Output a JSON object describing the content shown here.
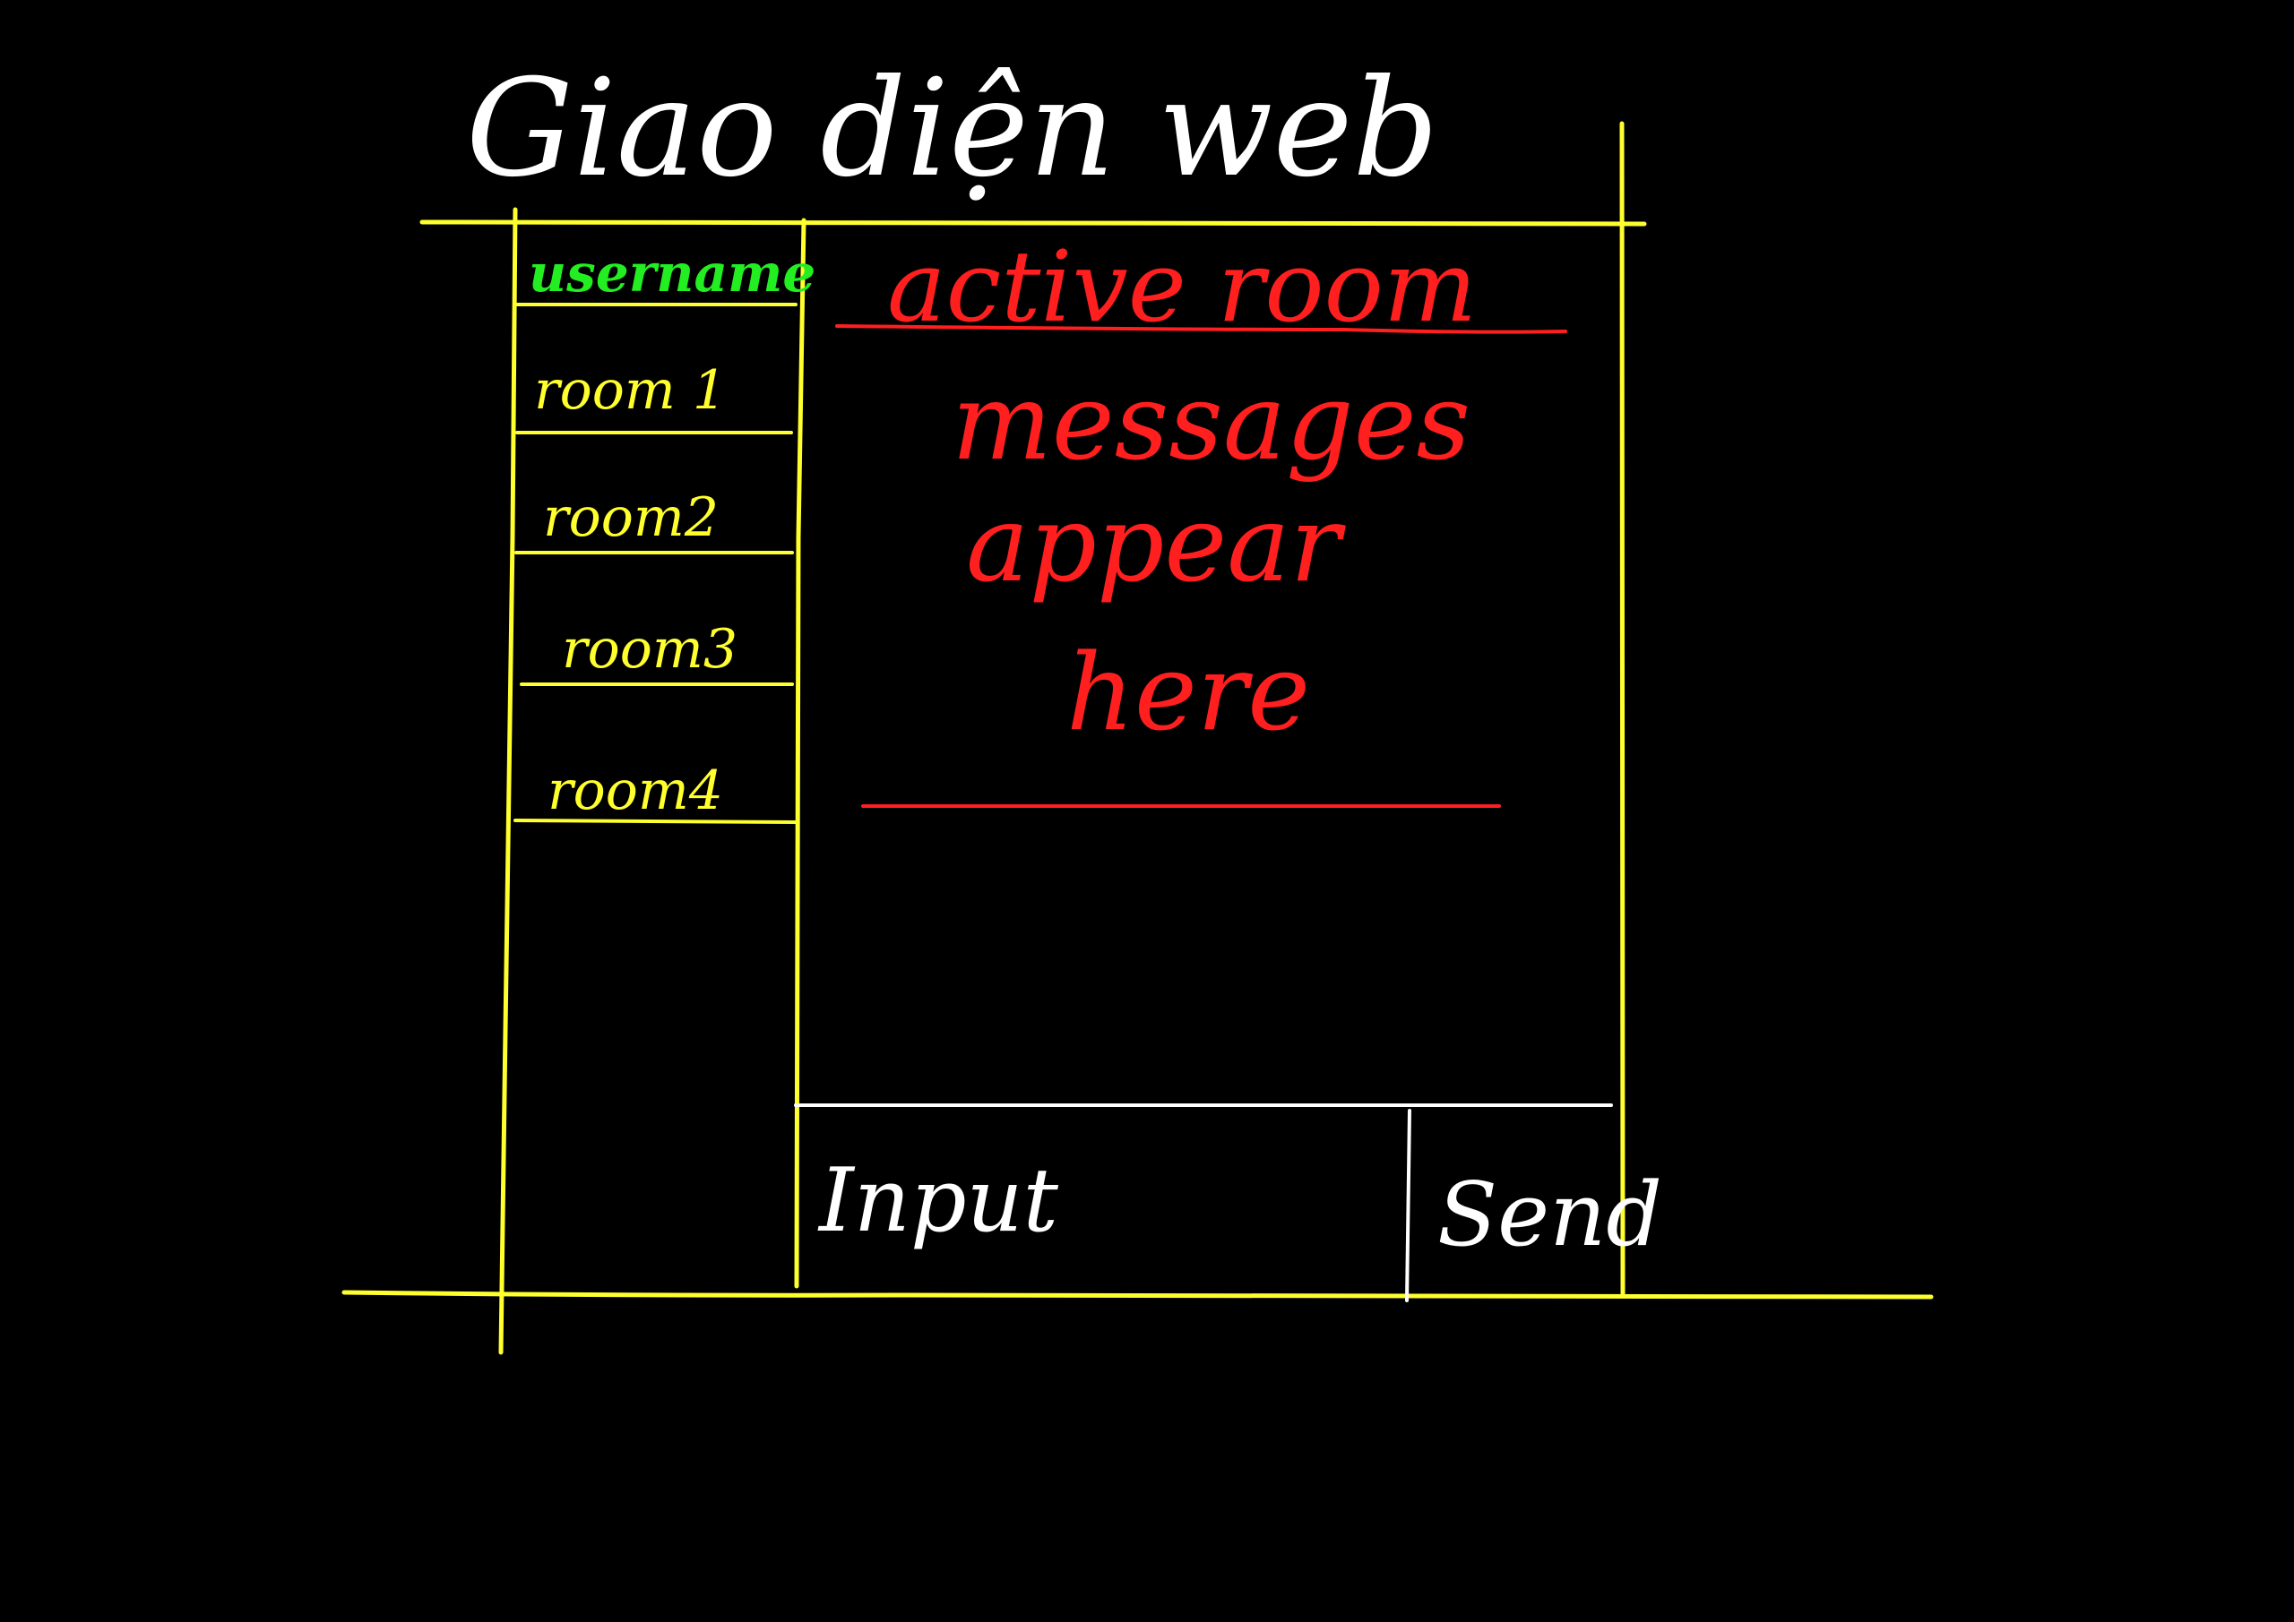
{
  "title": "Giao diện web",
  "sidebar": {
    "username": "username",
    "rooms": [
      "room 1",
      "room2",
      "room3",
      "room4"
    ]
  },
  "main": {
    "active_room": "active room",
    "messages_lines": [
      "messages",
      "appear",
      "here"
    ]
  },
  "composer": {
    "input_label": "Input",
    "send_label": "Send"
  },
  "colors": {
    "background": "#000000",
    "frame": "#ffff2e",
    "username": "#22ee22",
    "room_text": "#ffff2e",
    "main_text": "#ff1f1f",
    "composer": "#ffffff"
  }
}
